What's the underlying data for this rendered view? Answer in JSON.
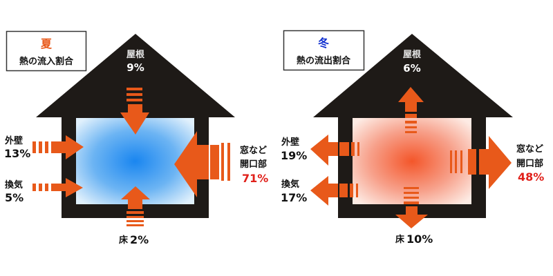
{
  "colors": {
    "house": "#1e1a17",
    "arrow": "#e8591a",
    "summer_accent": "#e8591a",
    "winter_accent": "#1030d0",
    "highlight_red": "#e0201a",
    "summer_center": "#1a86f0",
    "summer_edge": "#d6ebfb",
    "winter_center": "#f4562a",
    "winter_edge": "#fbe1d8"
  },
  "summer": {
    "season": "夏",
    "caption": "熱の流入割合",
    "roof": {
      "label": "屋根",
      "value": "9%"
    },
    "wall": {
      "label": "外壁",
      "value": "13%"
    },
    "ventilation": {
      "label": "換気",
      "value": "5%"
    },
    "windows": {
      "label_line1": "窓など",
      "label_line2": "開口部",
      "value": "71%"
    },
    "floor": {
      "label": "床",
      "value": "2%"
    }
  },
  "winter": {
    "season": "冬",
    "caption": "熱の流出割合",
    "roof": {
      "label": "屋根",
      "value": "6%"
    },
    "wall": {
      "label": "外壁",
      "value": "19%"
    },
    "ventilation": {
      "label": "換気",
      "value": "17%"
    },
    "windows": {
      "label_line1": "窓など",
      "label_line2": "開口部",
      "value": "48%"
    },
    "floor": {
      "label": "床",
      "value": "10%"
    }
  }
}
